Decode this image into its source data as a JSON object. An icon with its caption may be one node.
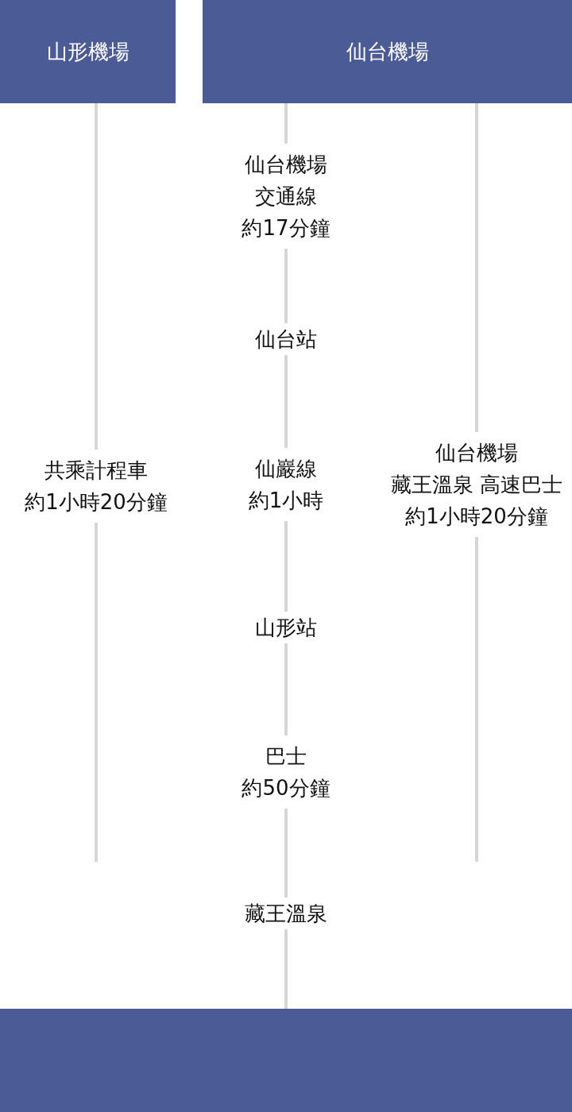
{
  "diagram": {
    "nodes": [
      {
        "text": [
          "山形機場"
        ]
      },
      {
        "text": [
          "仙台機場"
        ]
      },
      {
        "text": [
          "仙台站"
        ]
      },
      {
        "text": [
          "山形站"
        ]
      },
      {
        "text": [
          "藏王溫泉"
        ]
      },
      {
        "text": [],
        "shape": "box"
      }
    ],
    "edges": [
      {
        "from": 1,
        "to": 2,
        "arrow": "none",
        "label": "仙台機場交通線約17分鐘"
      },
      {
        "from": 2,
        "to": 3,
        "arrow": "none",
        "label": "仙巖線約1小時"
      },
      {
        "from": 3,
        "to": 4,
        "arrow": "none",
        "label": "巴士約50分鐘"
      },
      {
        "from": 4,
        "to": 5,
        "arrow": "none"
      },
      {
        "from": 0,
        "to": null,
        "arrow": "none",
        "label": "共乘計程車約1小時20分鐘"
      },
      {
        "from": 1,
        "to": null,
        "arrow": "none",
        "label": "仙台機場藏王溫泉 高速巴士約1小時20分鐘"
      }
    ]
  }
}
